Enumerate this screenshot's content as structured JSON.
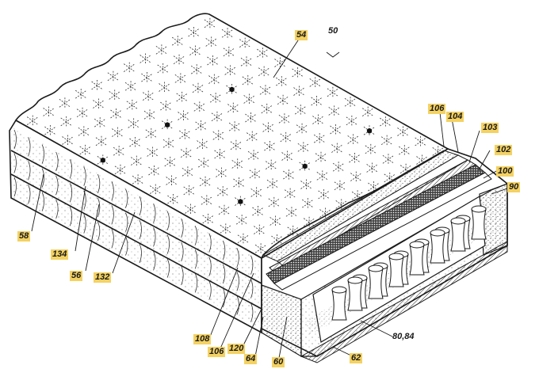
{
  "figure": {
    "reference_numerals": {
      "r50": "50",
      "r54": "54",
      "r106a": "106",
      "r104": "104",
      "r103": "103",
      "r102": "102",
      "r100": "100",
      "r90": "90",
      "r58": "58",
      "r134": "134",
      "r56": "56",
      "r132": "132",
      "r108": "108",
      "r106b": "106",
      "r120": "120",
      "r64": "64",
      "r60": "60",
      "r62": "62",
      "r8084": "80,84"
    },
    "highlight_color": "#f4d262",
    "line_color": "#1a1a1a"
  }
}
